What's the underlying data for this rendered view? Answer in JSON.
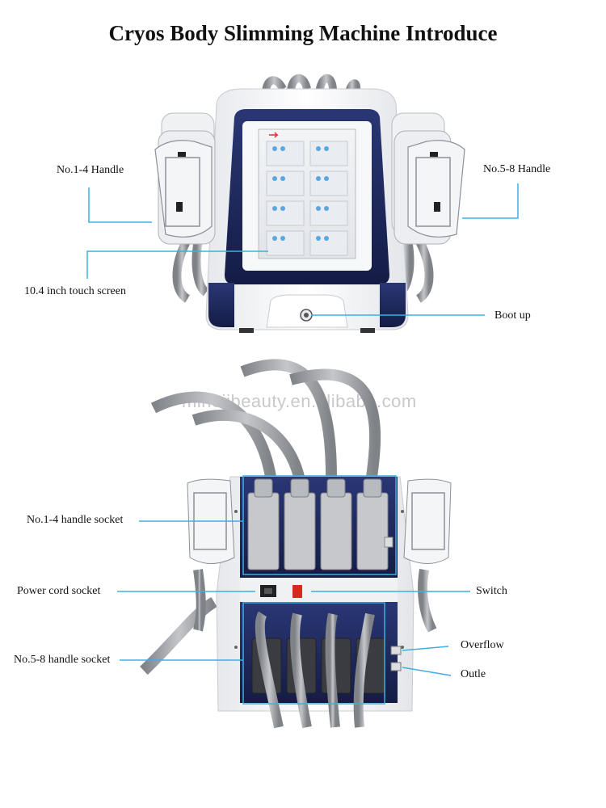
{
  "title": "Cryos Body Slimming Machine Introduce",
  "watermark": "mihojibeauty.en.alibaba.com",
  "front_view": {
    "labels": {
      "handle_left": "No.1-4 Handle",
      "handle_right": "No.5-8 Handle",
      "touch_screen": "10.4 inch touch screen",
      "boot_up": "Boot up"
    }
  },
  "rear_view": {
    "labels": {
      "socket_top": "No.1-4 handle socket",
      "power_cord": "Power cord socket",
      "switch": "Switch",
      "overflow": "Overflow",
      "outlet": "Outle",
      "socket_bottom": "No.5-8 handle socket"
    }
  },
  "colors": {
    "callout_line": "#3bb0e0",
    "body_white": "#f4f5f7",
    "panel_navy": "#1e2a63",
    "hose_grey": "#9ea1a6"
  }
}
